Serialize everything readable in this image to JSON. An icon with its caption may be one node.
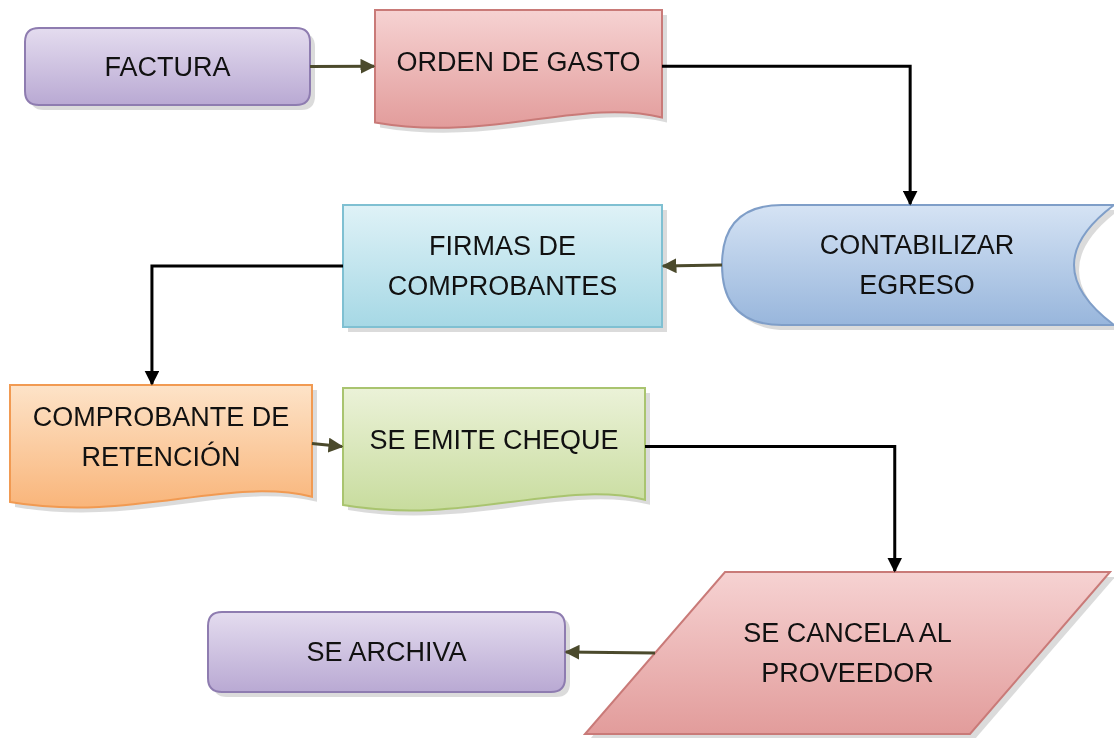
{
  "diagram": {
    "nodes": [
      {
        "text": [
          "FACTURA"
        ]
      },
      {
        "text": [
          "ORDEN DE GASTO"
        ]
      },
      {
        "text": [
          "CONTABILIZAR EGRESO"
        ]
      },
      {
        "text": [
          "FIRMAS DE COMPROBANTES"
        ]
      },
      {
        "text": [
          "COMPROBANTE DE RETENCIÓN"
        ]
      },
      {
        "text": [
          "SE EMITE CHEQUE"
        ]
      },
      {
        "text": [
          "SE CANCELA AL PROVEEDOR"
        ]
      },
      {
        "text": [
          "SE ARCHIVA"
        ]
      }
    ],
    "edges": [
      {
        "from": 0,
        "to": 1,
        "arrow": "to"
      },
      {
        "from": 1,
        "to": 2,
        "arrow": "to",
        "color": "#000000"
      },
      {
        "from": 2,
        "to": 3,
        "arrow": "to"
      },
      {
        "from": 3,
        "to": 4,
        "arrow": "to",
        "color": "#000000"
      },
      {
        "from": 4,
        "to": 5,
        "arrow": "to"
      },
      {
        "from": 5,
        "to": 6,
        "arrow": "to",
        "color": "#000000"
      },
      {
        "from": 6,
        "to": 7,
        "arrow": "to"
      }
    ]
  }
}
